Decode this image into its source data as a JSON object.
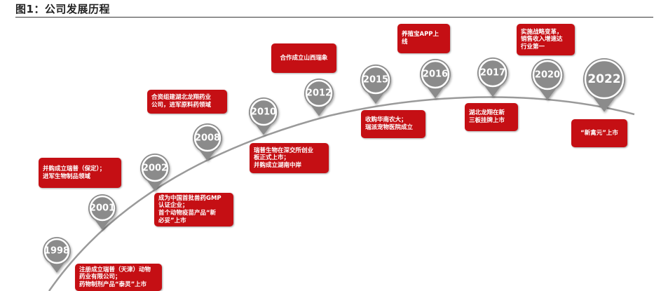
{
  "figure": {
    "title": "图1：公司发展历程"
  },
  "colors": {
    "box": "#c50f14",
    "pin": "#8b8b8b",
    "curve": "#9a9a9a",
    "rule": "#3a3a3a"
  },
  "milestones": [
    {
      "year": "1998",
      "text": "注册成立瑞普（天津）动物\n药业有限公司；\n药物制剂产品“泰灵”上市"
    },
    {
      "year": "2001",
      "text": "并购成立瑞普（保定）；\n进军生物制品领域"
    },
    {
      "year": "2002",
      "text": "成为中国首批兽药GMP\n认证企业；\n首个动物疫苗产品“新\n必妥”上市"
    },
    {
      "year": "2008",
      "text": "合资组建湖北龙翔药业\n公司，进军原料药领域"
    },
    {
      "year": "2010",
      "text": "瑞普生物在深交所创业\n板正式上市；\n并购成立湖南中岸"
    },
    {
      "year": "2012",
      "text": "合作成立山西瑞象"
    },
    {
      "year": "2015",
      "text": "收购华南农大；\n瑞派宠物医院成立"
    },
    {
      "year": "2016",
      "text": "养殖宝APP上\n线"
    },
    {
      "year": "2017",
      "text": "湖北龙翔在新\n三板挂牌上市"
    },
    {
      "year": "2020",
      "text": "实施战略变革，\n销售收入增速达\n行业第一"
    },
    {
      "year": "2022",
      "text": "“新禽元”上市"
    }
  ]
}
